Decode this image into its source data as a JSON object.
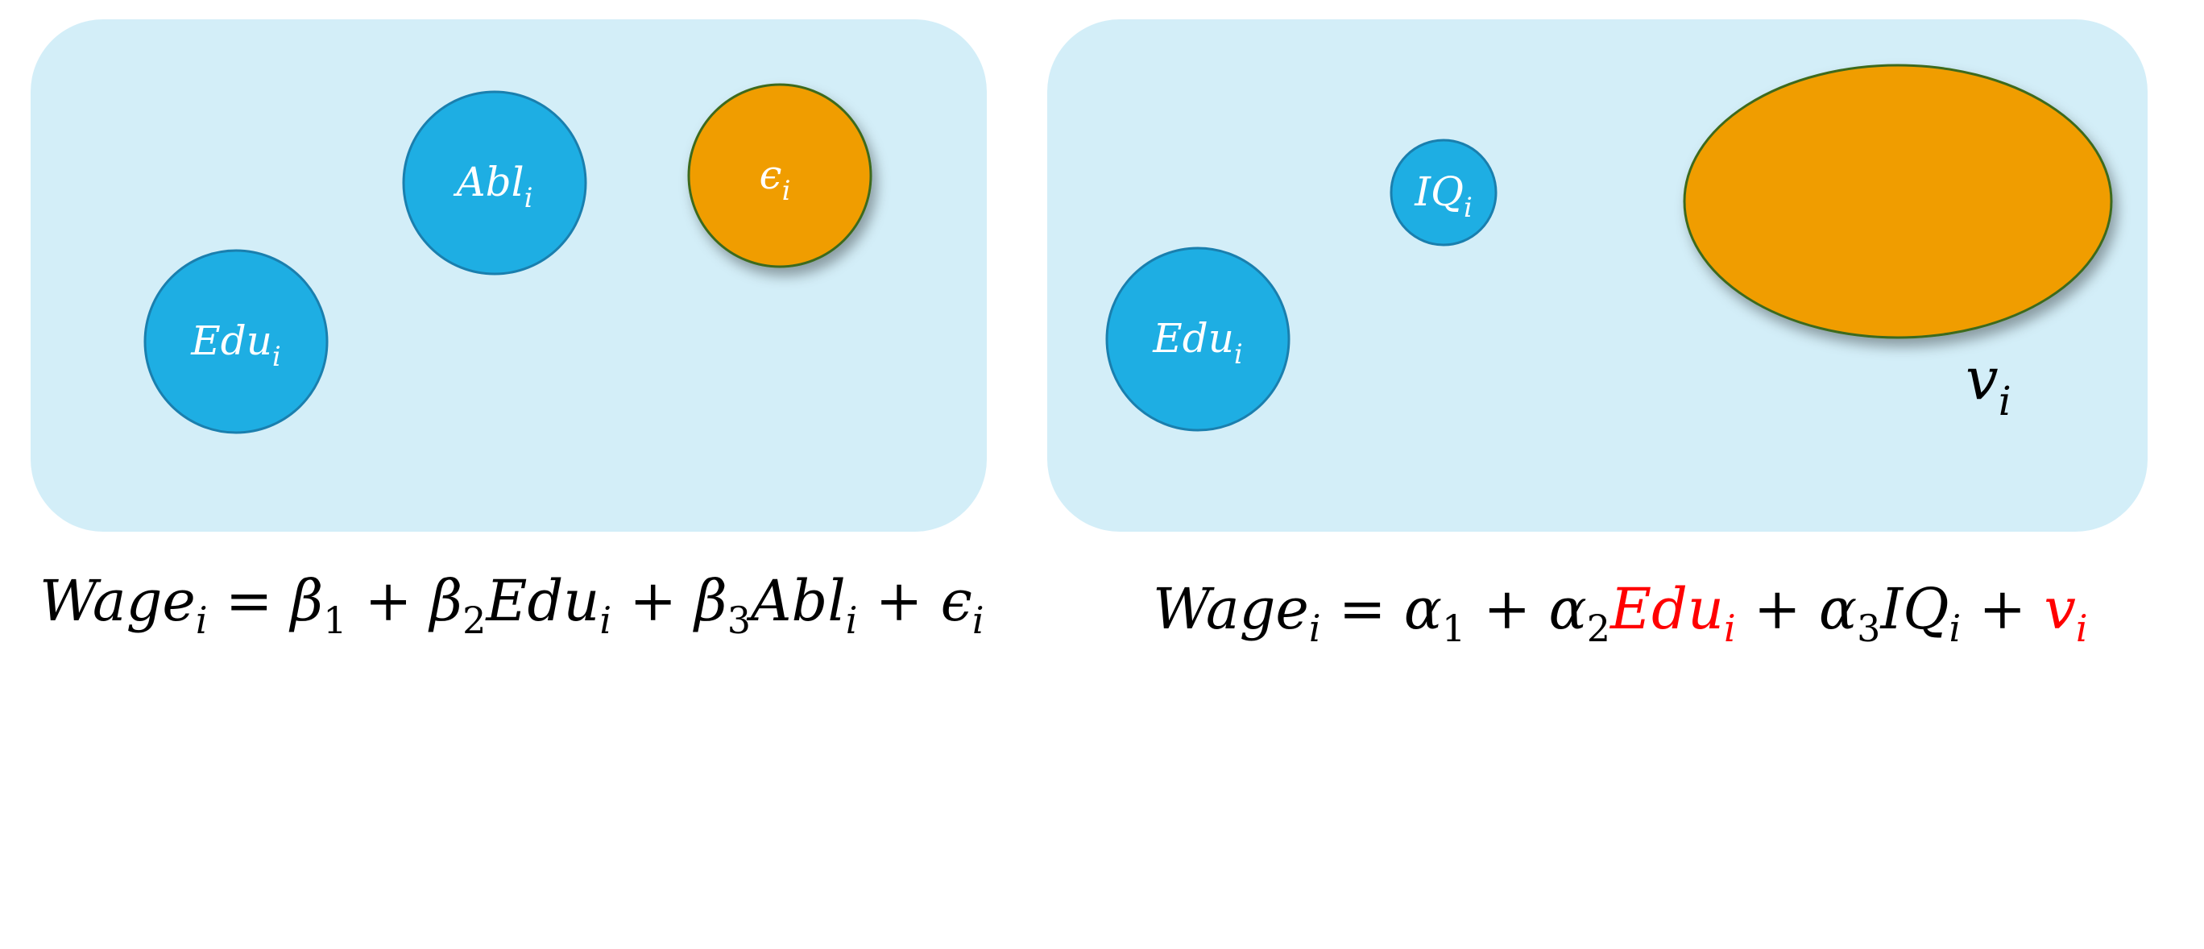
{
  "colors": {
    "panel": "#d3eef8",
    "blue_circle": "#1eaee3",
    "blue_stroke": "#1a7fae",
    "orange": "#f09d06",
    "orange_stroke": "#3e6b1e",
    "highlight": "#ff0000",
    "text": "#000000"
  },
  "left_panel": {
    "edu": {
      "base": "Edu",
      "sub": "i"
    },
    "abl": {
      "base": "Abl",
      "sub": "i"
    },
    "error": {
      "base": "ϵ",
      "sub": "i"
    }
  },
  "right_panel": {
    "edu": {
      "base": "Edu",
      "sub": "i"
    },
    "iq": {
      "base": "IQ",
      "sub": "i"
    },
    "error_label": {
      "base": "v",
      "sub": "i"
    }
  },
  "equation_left": {
    "lhs": "Wage",
    "lhs_sub": "i",
    "eq": " = ",
    "b1": "β",
    "b1_sub": "1",
    "plus1": " + ",
    "b2": "β",
    "b2_sub": "2",
    "x1": "Edu",
    "x1_sub": "i",
    "plus2": " + ",
    "b3": "β",
    "b3_sub": "3",
    "x2": "Abl",
    "x2_sub": "i",
    "plus3": " + ",
    "err": "ϵ",
    "err_sub": "i"
  },
  "equation_right": {
    "lhs": "Wage",
    "lhs_sub": "i",
    "eq": " = ",
    "a1": "α",
    "a1_sub": "1",
    "plus1": " + ",
    "a2": "α",
    "a2_sub": "2",
    "x1": "Edu",
    "x1_sub": "i",
    "plus2": " + ",
    "a3": "α",
    "a3_sub": "3",
    "x2": "IQ",
    "x2_sub": "i",
    "plus3": " + ",
    "err": "v",
    "err_sub": "i"
  }
}
